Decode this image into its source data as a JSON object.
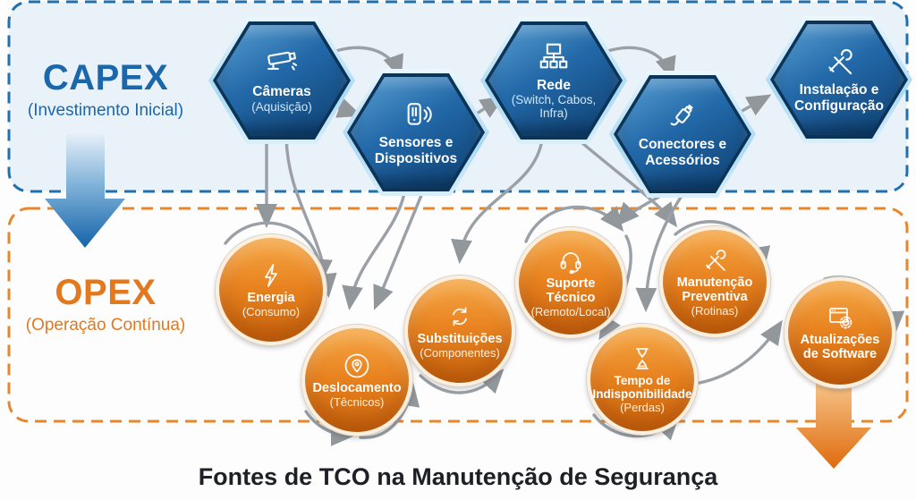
{
  "capex": {
    "label": "CAPEX",
    "sublabel": "(Investimento Inicial)",
    "items": [
      {
        "label": "Câmeras",
        "sublabel": "(Aquisição)",
        "icon": "cctv-camera-icon"
      },
      {
        "label": "Sensores e Dispositivos",
        "sublabel": "",
        "icon": "sensor-icon"
      },
      {
        "label": "Rede",
        "sublabel": "(Switch, Cabos, Infra)",
        "icon": "network-icon"
      },
      {
        "label": "Conectores e Acessórios",
        "sublabel": "",
        "icon": "connector-icon"
      },
      {
        "label": "Instalação e Configuração",
        "sublabel": "",
        "icon": "tools-icon"
      }
    ]
  },
  "opex": {
    "label": "OPEX",
    "sublabel": "(Operação Contínua)",
    "items": [
      {
        "label": "Energia",
        "sublabel": "(Consumo)",
        "icon": "lightning-icon"
      },
      {
        "label": "Deslocamento",
        "sublabel": "(Têcnicos)",
        "icon": "location-pin-icon"
      },
      {
        "label": "Substituições",
        "sublabel": "(Componentes)",
        "icon": "refresh-icon"
      },
      {
        "label": "Suporte Técnico",
        "sublabel": "(Remoto/Local)",
        "icon": "headset-icon"
      },
      {
        "label": "Manutenção Preventiva",
        "sublabel": "(Rotinas)",
        "icon": "tools-icon"
      },
      {
        "label": "Tempo de Indisponibilidade",
        "sublabel": "(Perdas)",
        "icon": "hourglass-icon"
      },
      {
        "label": "Atualizações de Software",
        "sublabel": "",
        "icon": "software-update-icon"
      }
    ]
  },
  "footer": {
    "title": "Fontes de TCO na Manutenção de Segurança"
  },
  "colors": {
    "capex_blue": "#1a67ab",
    "opex_orange": "#e2791e",
    "hex_fill_dark": "#0e3f6e",
    "hex_fill_light": "#5aa0d2",
    "circle_fill_light": "#f5a848",
    "circle_fill_dark": "#c9650e",
    "connector_gray": "#9aa0a5",
    "capex_box_border": "#2070ad",
    "opex_box_border": "#e8862a",
    "capex_box_fill": "#eaf2f9",
    "title_dark": "#1f2026"
  }
}
